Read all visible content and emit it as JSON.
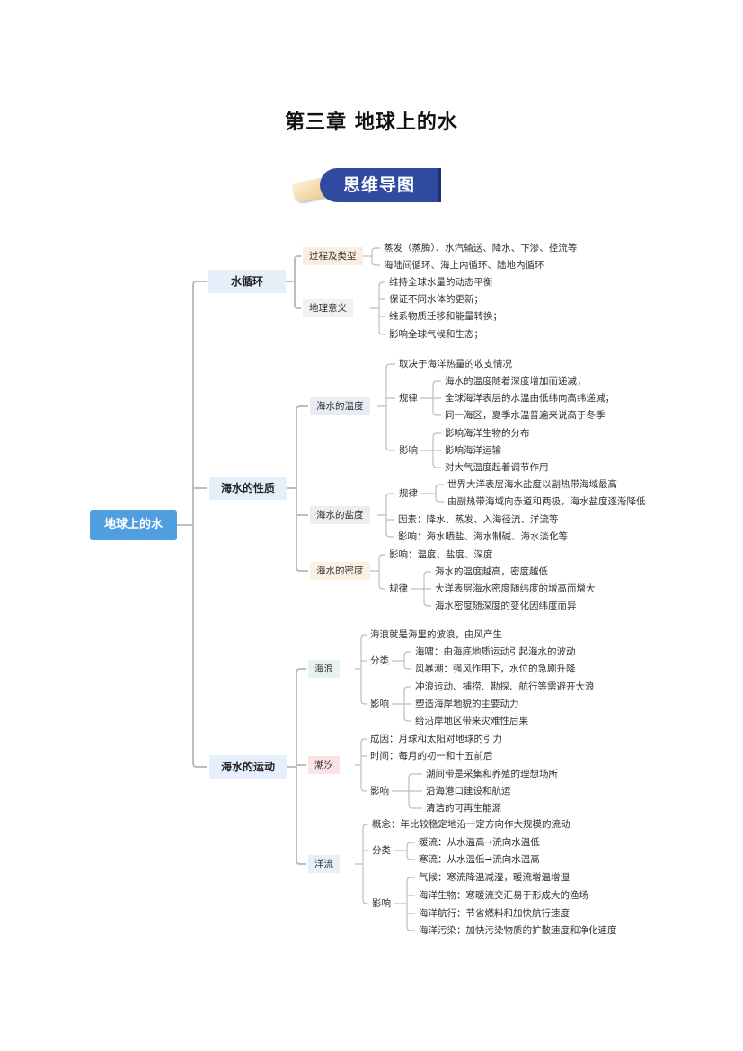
{
  "title": "第三章  地球上的水",
  "banner": {
    "label": "思维导图",
    "icon": "open-book-icon"
  },
  "mindmap": {
    "root": "地球上的水",
    "water_cycle": {
      "label": "水循环",
      "process": {
        "label": "过程及类型",
        "items": [
          "蒸发（蒸腾）、水汽输送、降水、下渗、径流等",
          "海陆间循环、海上内循环、陆地内循环"
        ]
      },
      "significance": {
        "label": "地理意义",
        "items": [
          "维持全球水量的动态平衡",
          "保证不同水体的更新；",
          "维系物质迁移和能量转换；",
          "影响全球气候和生态；"
        ]
      }
    },
    "properties": {
      "label": "海水的性质",
      "temperature": {
        "label": "海水的温度",
        "determinant": "取决于海洋热量的收支情况",
        "pattern": {
          "label": "规律",
          "items": [
            "海水的温度随着深度增加而递减；",
            "全球海洋表层的水温由低纬向高纬递减；",
            "同一海区，夏季水温普遍来说高于冬季"
          ]
        },
        "impact": {
          "label": "影响",
          "items": [
            "影响海洋生物的分布",
            "影响海洋运输",
            "对大气温度起着调节作用"
          ]
        }
      },
      "salinity": {
        "label": "海水的盐度",
        "pattern": {
          "label": "规律",
          "items": [
            "世界大洋表层海水盐度以副热带海域最高",
            "由副热带海域向赤道和两极，海水盐度逐渐降低"
          ]
        },
        "factors": "因素：降水、蒸发、入海径流、洋流等",
        "impact": "影响：海水晒盐、海水制碱、海水淡化等"
      },
      "density": {
        "label": "海水的密度",
        "factors": "影响：温度、盐度、深度",
        "pattern": {
          "label": "规律",
          "items": [
            "海水的温度越高，密度越低",
            "大洋表层海水密度随纬度的增高而增大",
            "海水密度随深度的变化因纬度而异"
          ]
        }
      }
    },
    "motion": {
      "label": "海水的运动",
      "waves": {
        "label": "海浪",
        "definition": "海浪就是海里的波浪，由风产生",
        "types": {
          "label": "分类",
          "items": [
            "海啸：由海底地质运动引起海水的波动",
            "风暴潮：强风作用下，水位的急剧升降"
          ]
        },
        "impact": {
          "label": "影响",
          "items": [
            "冲浪运动、捕捞、勘探、航行等需避开大浪",
            "塑造海岸地貌的主要动力",
            "给沿岸地区带来灾难性后果"
          ]
        }
      },
      "tides": {
        "label": "潮汐",
        "cause": "成因：月球和太阳对地球的引力",
        "time": "时间：每月的初一和十五前后",
        "impact": {
          "label": "影响",
          "items": [
            "潮间带是采集和养殖的理想场所",
            "沿海港口建设和航运",
            "清洁的可再生能源"
          ]
        }
      },
      "currents": {
        "label": "洋流",
        "concept": "概念：年比较稳定地沿一定方向作大规模的流动",
        "types": {
          "label": "分类",
          "items": [
            "暖流：从水温高➞流向水温低",
            "寒流：从水温低➞流向水温高"
          ]
        },
        "impact": {
          "label": "影响",
          "items": [
            "气候：寒流降温减湿，暖流增温增湿",
            "海洋生物：寒暖流交汇易于形成大的渔场",
            "海洋航行：节省燃料和加快航行速度",
            "海洋污染：加快污染物质的扩散速度和净化速度"
          ]
        }
      }
    }
  },
  "colors": {
    "root": "#4f9ee0",
    "banner": "#2f4a9e",
    "line": "#bdbdbd"
  }
}
